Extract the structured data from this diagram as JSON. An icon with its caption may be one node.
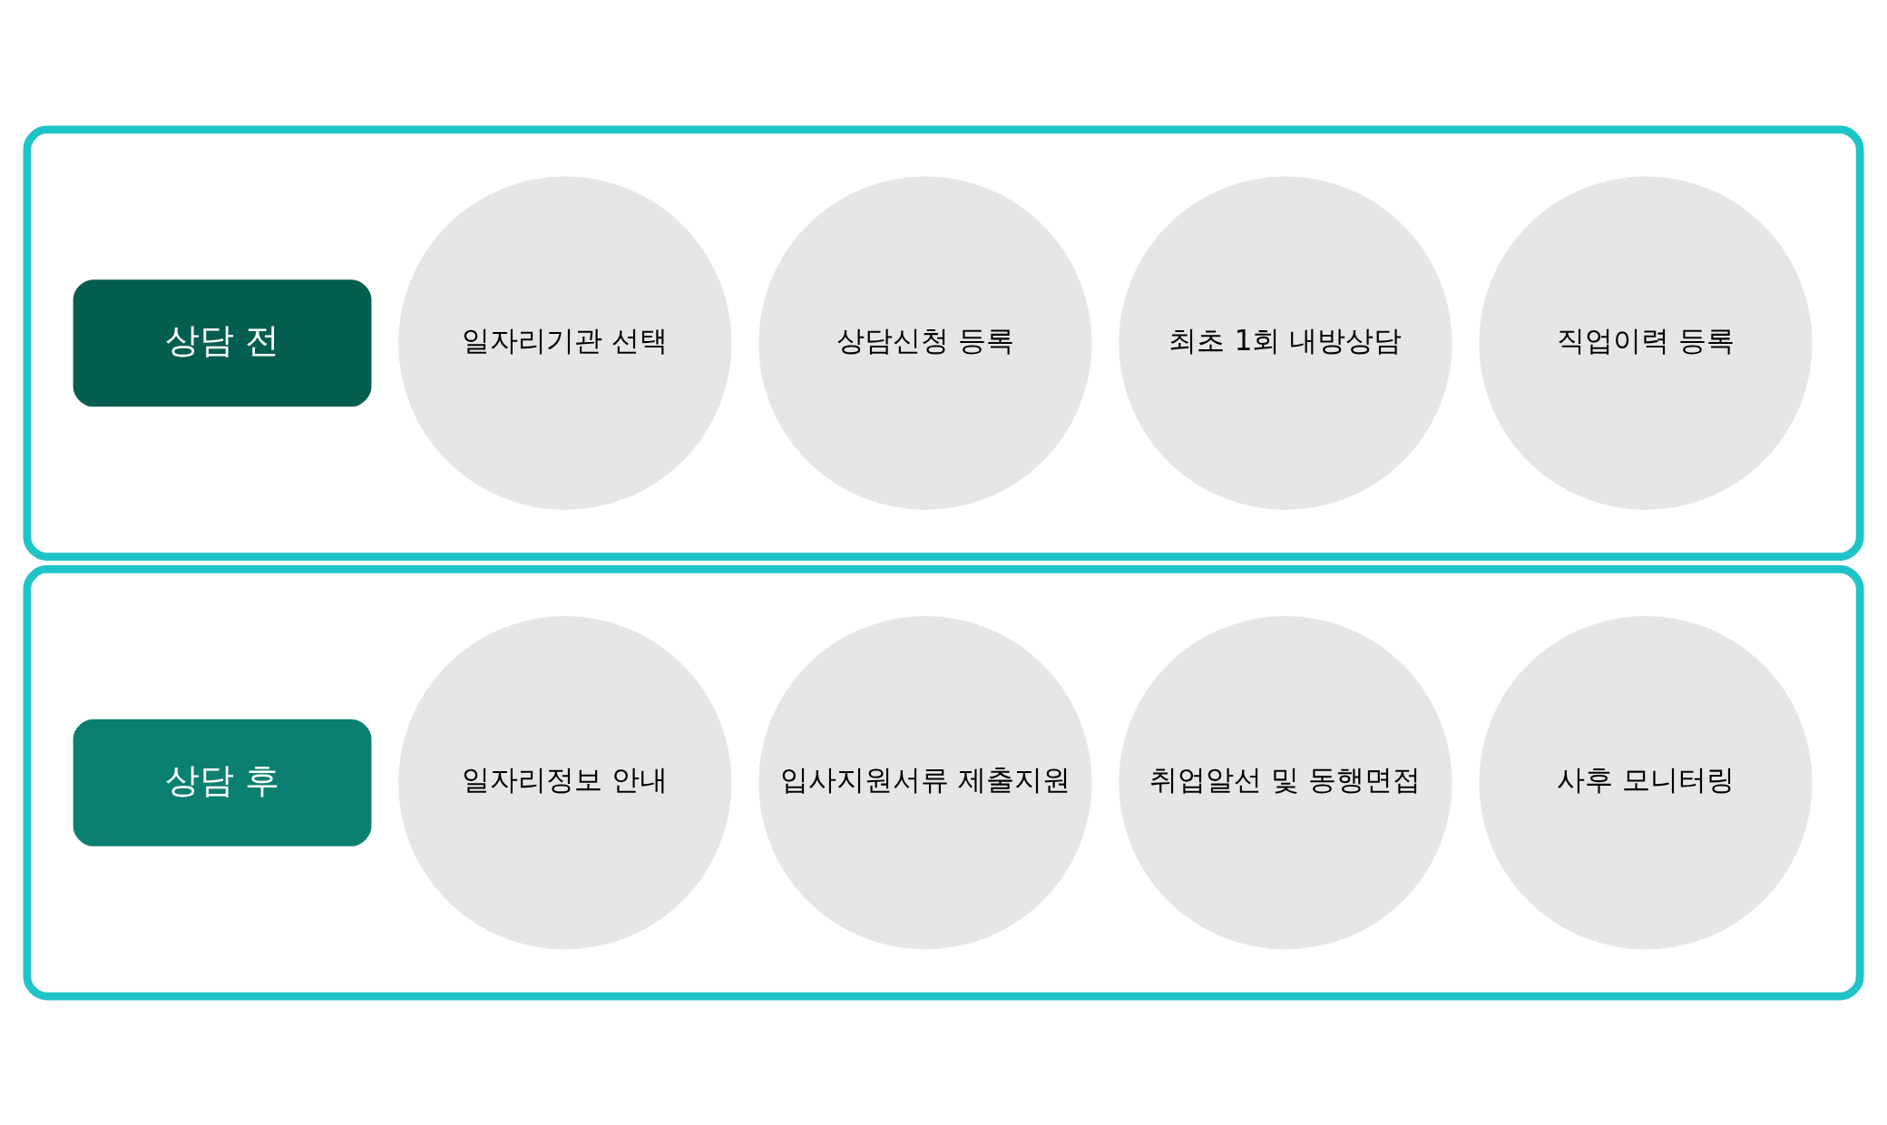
{
  "diagram": {
    "nodes": [
      {
        "text": [],
        "shape": "box"
      },
      {
        "text": [
          "상담 전"
        ],
        "in": 0
      },
      {
        "text": [
          "일자리기관 선택"
        ],
        "in": 0
      },
      {
        "text": [
          "상담신청 등록"
        ],
        "in": 0
      },
      {
        "text": [
          "최초 1회 내방상담"
        ],
        "in": 0
      },
      {
        "text": [
          "직업이력 등록"
        ],
        "in": 0
      },
      {
        "text": [],
        "shape": "box"
      },
      {
        "text": [
          "상담 후"
        ],
        "in": 6
      },
      {
        "text": [
          "일자리정보 안내"
        ],
        "in": 6
      },
      {
        "text": [
          "입사지원서류 제출지원"
        ],
        "in": 6
      },
      {
        "text": [
          "취업알선 및 동행면접"
        ],
        "in": 6
      },
      {
        "text": [
          "사후 모니터링"
        ],
        "in": 6
      }
    ]
  }
}
